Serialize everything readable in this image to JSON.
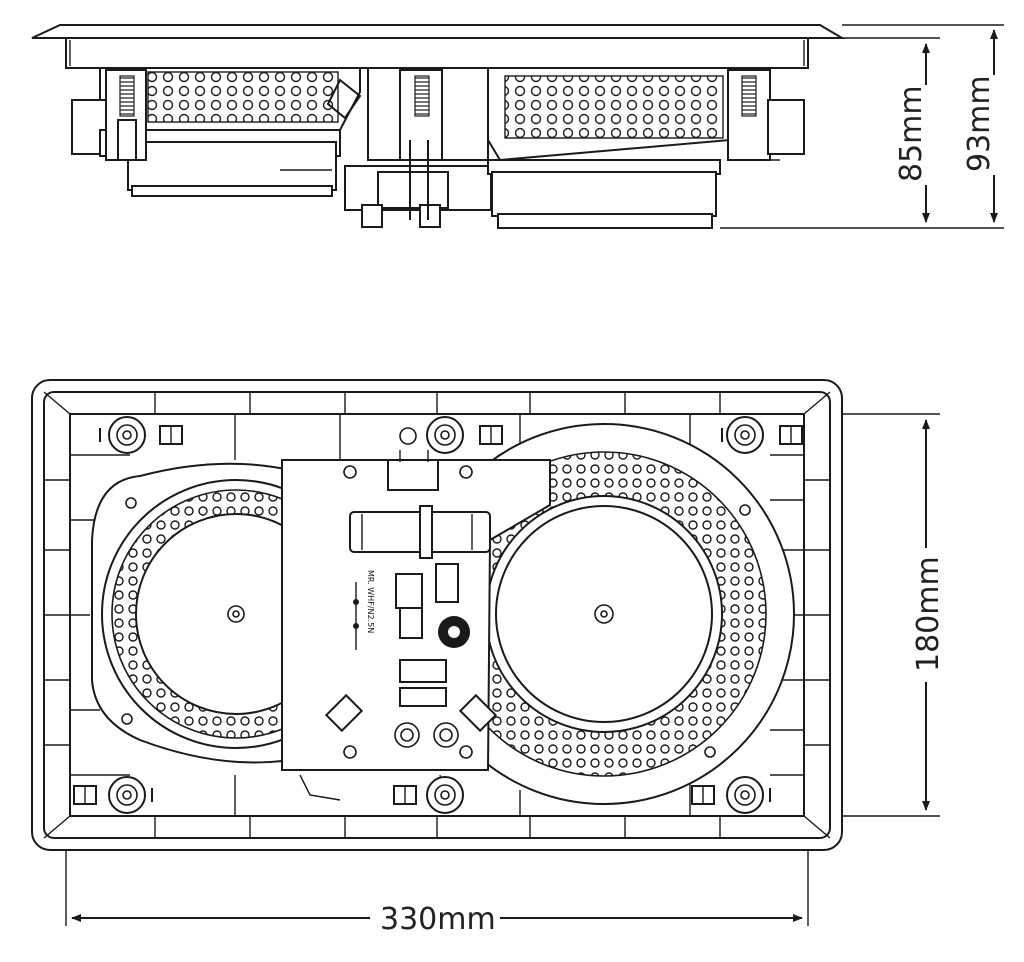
{
  "dimensions": {
    "inner_depth": "85mm",
    "total_depth": "93mm",
    "height": "180mm",
    "width": "330mm"
  },
  "pcb_markings": {
    "label_a": "MR. WHF/N2.5N",
    "label_b": "MR. WHF/N2.5N"
  }
}
